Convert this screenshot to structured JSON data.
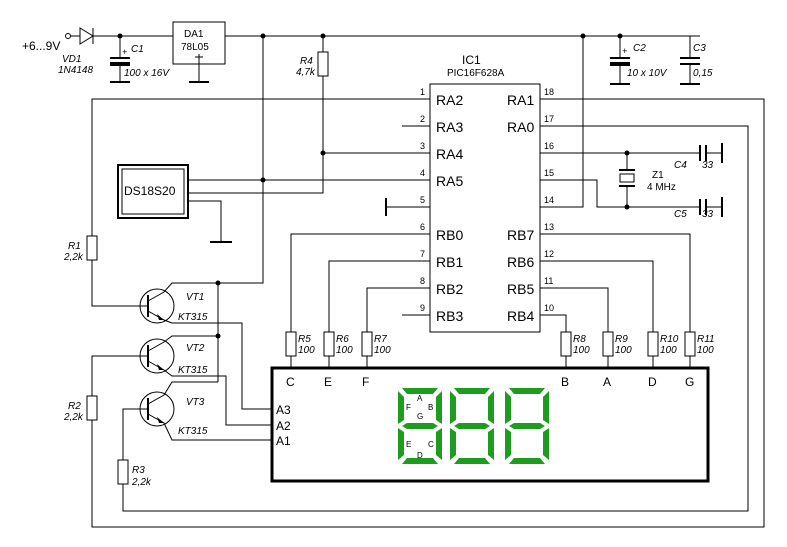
{
  "power": {
    "supply": "+6...9V"
  },
  "vd1": {
    "ref": "VD1",
    "value": "1N4148"
  },
  "c1": {
    "ref": "C1",
    "value": "100 x 16V"
  },
  "da1": {
    "ref": "DA1",
    "value": "78L05"
  },
  "r4": {
    "ref": "R4",
    "value": "4,7k"
  },
  "ic1": {
    "ref": "IC1",
    "value": "PIC16F628A"
  },
  "c2": {
    "ref": "C2",
    "value": "10 x 10V"
  },
  "c3": {
    "ref": "C3",
    "value": "0,15"
  },
  "sensor": {
    "label": "DS18S20"
  },
  "ic_left_pins": [
    {
      "num": "1",
      "name": "RA2"
    },
    {
      "num": "2",
      "name": "RA3"
    },
    {
      "num": "3",
      "name": "RA4"
    },
    {
      "num": "4",
      "name": "RA5"
    },
    {
      "num": "5",
      "name": ""
    },
    {
      "num": "6",
      "name": "RB0"
    },
    {
      "num": "7",
      "name": "RB1"
    },
    {
      "num": "8",
      "name": "RB2"
    },
    {
      "num": "9",
      "name": "RB3"
    }
  ],
  "ic_right_pins": [
    {
      "num": "18",
      "name": "RA1"
    },
    {
      "num": "17",
      "name": "RA0"
    },
    {
      "num": "16",
      "name": ""
    },
    {
      "num": "15",
      "name": ""
    },
    {
      "num": "14",
      "name": ""
    },
    {
      "num": "13",
      "name": "RB7"
    },
    {
      "num": "12",
      "name": "RB6"
    },
    {
      "num": "11",
      "name": "RB5"
    },
    {
      "num": "10",
      "name": "RB4"
    }
  ],
  "crystal": {
    "ref": "Z1",
    "value": "4 MHz"
  },
  "c4": {
    "ref": "C4",
    "value": "33"
  },
  "c5": {
    "ref": "C5",
    "value": "33"
  },
  "r1": {
    "ref": "R1",
    "value": "2,2k"
  },
  "r2": {
    "ref": "R2",
    "value": "2,2k"
  },
  "r3": {
    "ref": "R3",
    "value": "2,2k"
  },
  "vt1": {
    "ref": "VT1",
    "value": "KT315"
  },
  "vt2": {
    "ref": "VT2",
    "value": "KT315"
  },
  "vt3": {
    "ref": "VT3",
    "value": "KT315"
  },
  "seg_resistors": [
    {
      "ref": "R5",
      "value": "100"
    },
    {
      "ref": "R6",
      "value": "100"
    },
    {
      "ref": "R7",
      "value": "100"
    },
    {
      "ref": "R8",
      "value": "100"
    },
    {
      "ref": "R9",
      "value": "100"
    },
    {
      "ref": "R10",
      "value": "100"
    },
    {
      "ref": "R11",
      "value": "100"
    }
  ],
  "display": {
    "segment_pins": [
      "C",
      "E",
      "F",
      "B",
      "A",
      "D",
      "G"
    ],
    "anodes": [
      "A3",
      "A2",
      "A1"
    ],
    "segment_letters": [
      "A",
      "F",
      "B",
      "G",
      "E",
      "C",
      "D"
    ],
    "digit_color": "#1e9c1e"
  }
}
